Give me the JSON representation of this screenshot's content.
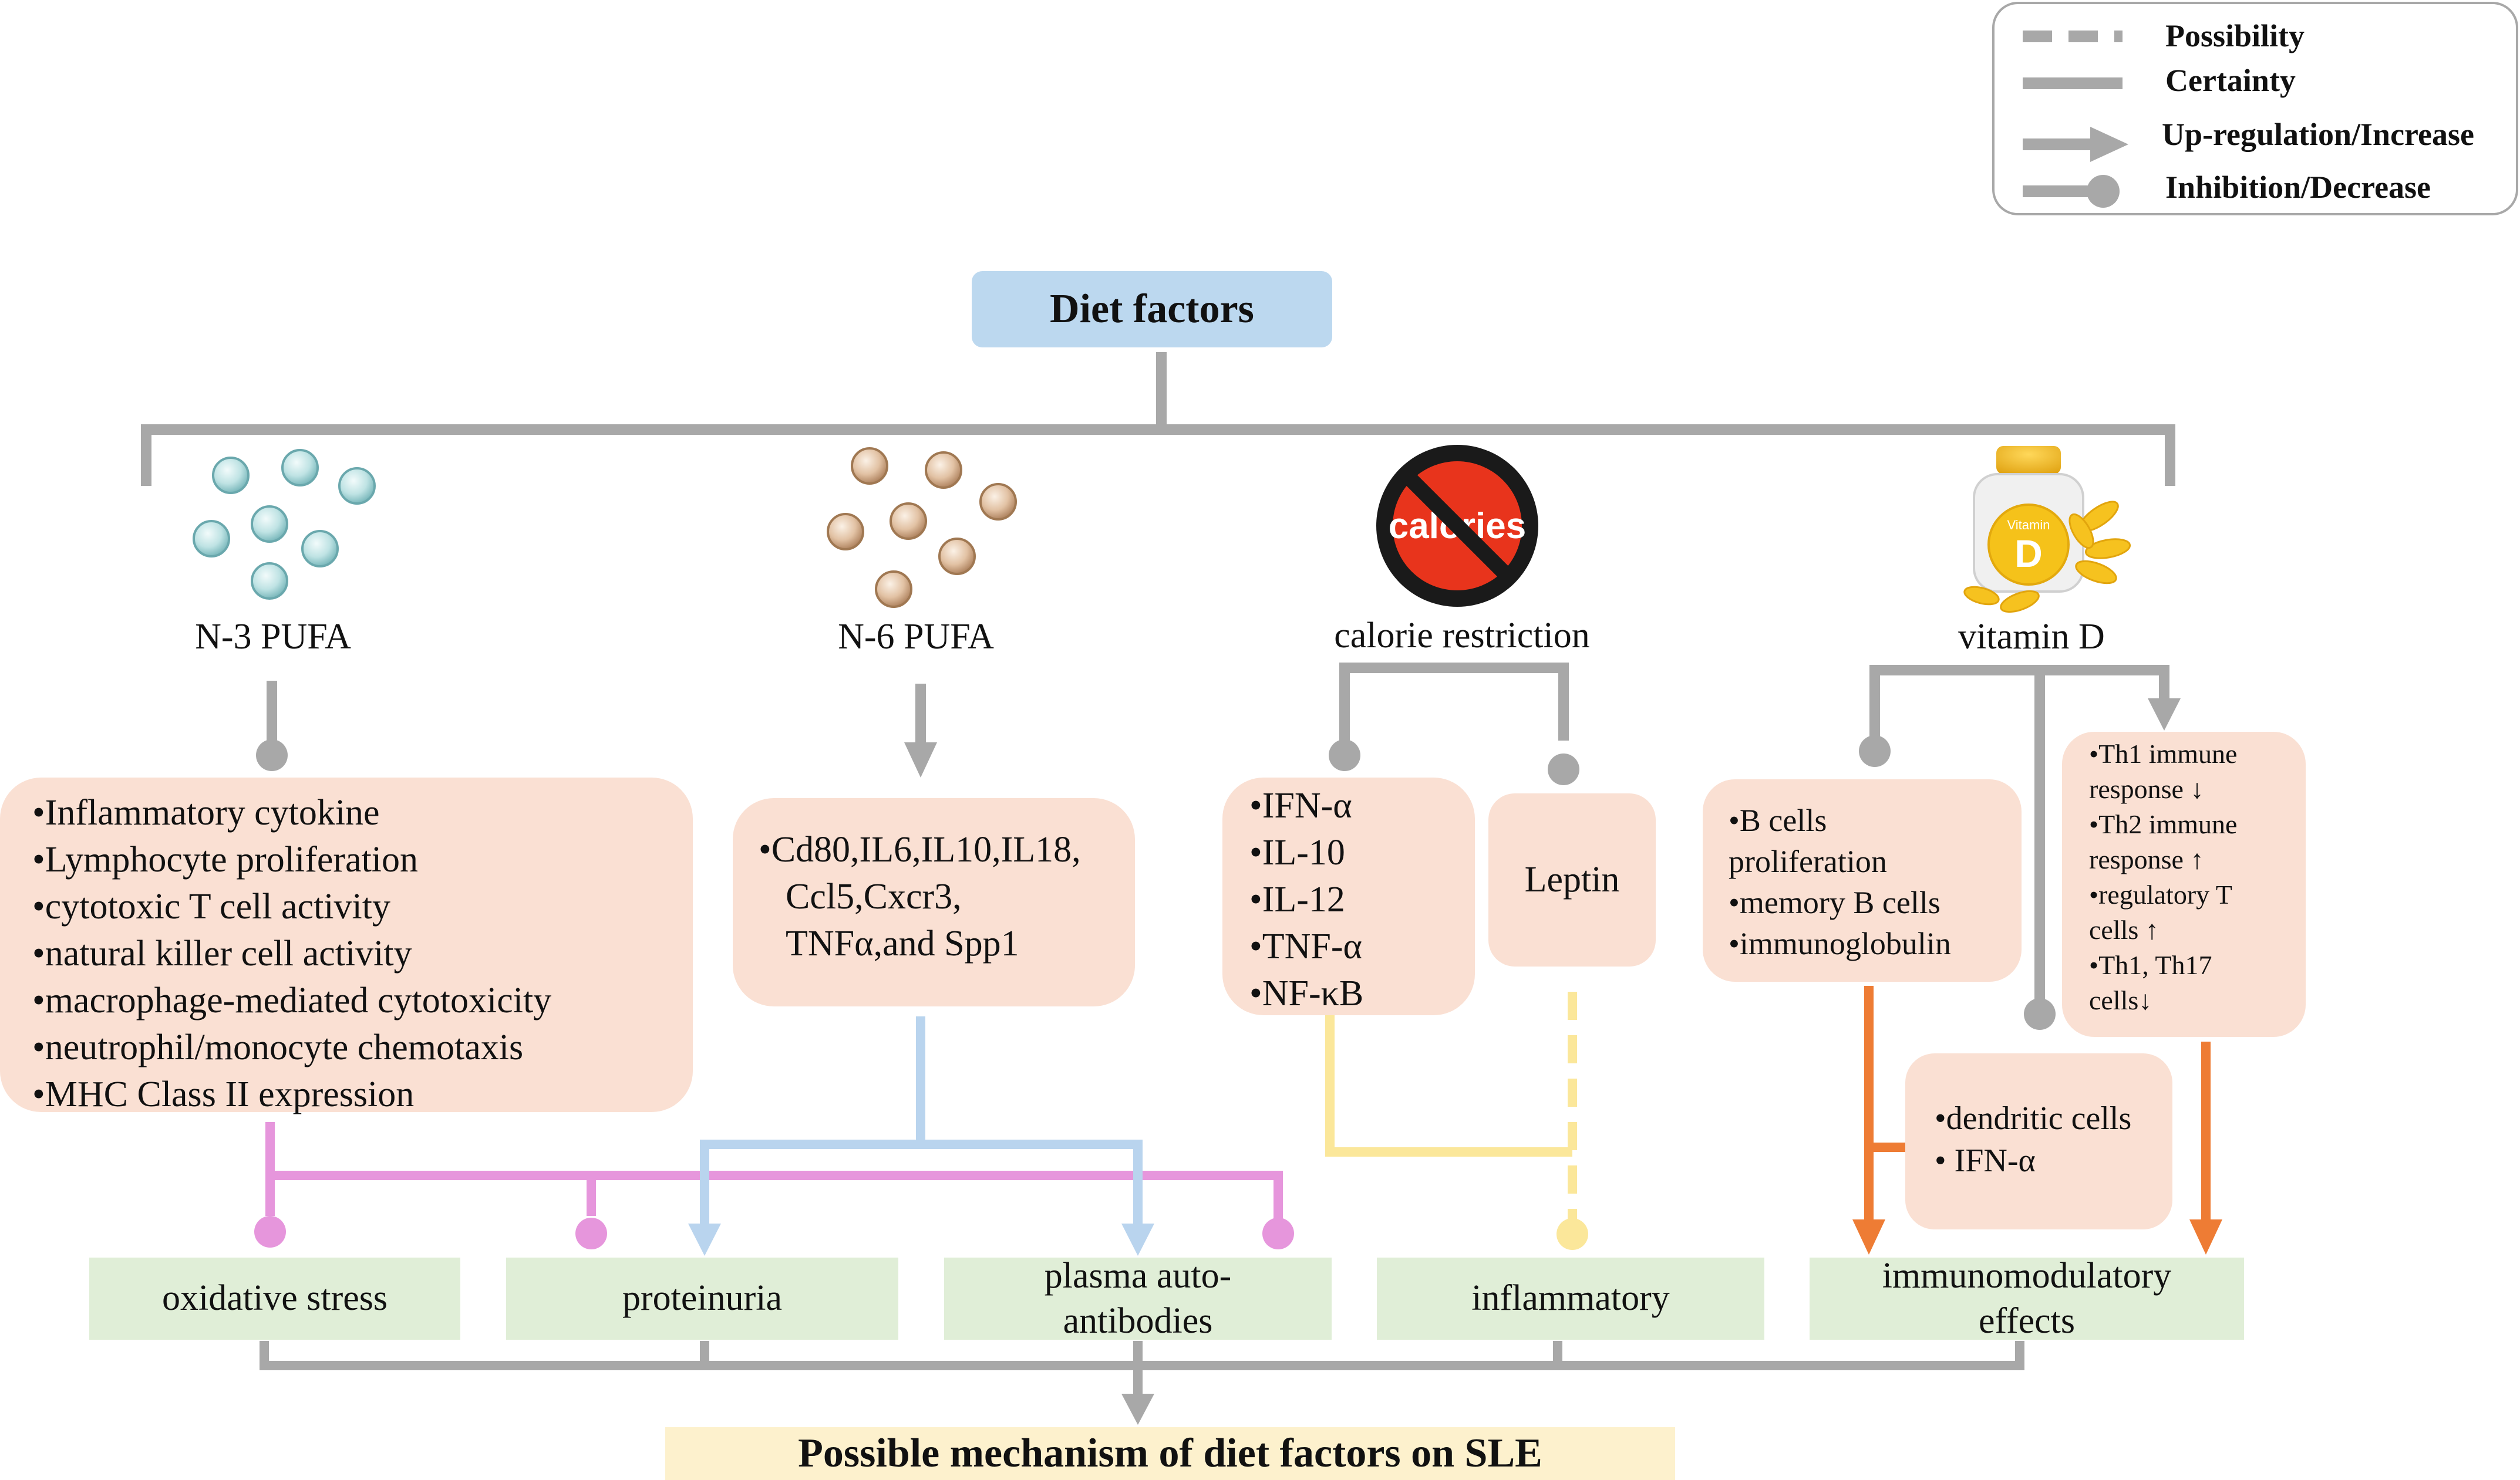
{
  "legend": {
    "possibility": "Possibility",
    "certainty": "Certainty",
    "up": "Up-regulation/Increase",
    "inhibit": "Inhibition/Decrease"
  },
  "root": {
    "title": "Diet factors"
  },
  "factors": {
    "n3": "N-3 PUFA",
    "n6": "N-6 PUFA",
    "calorie": "calorie restriction",
    "calorie_icon_text": "calories",
    "vitd": "vitamin D",
    "vitd_bottle_line1": "Vitamin",
    "vitd_bottle_line2": "D"
  },
  "boxes": {
    "n3_items": [
      "•Inflammatory  cytokine",
      "•Lymphocyte  proliferation",
      "•cytotoxic T cell activity",
      "•natural killer cell activity",
      "•macrophage-mediated cytotoxicity",
      "•neutrophil/monocyte chemotaxis",
      "•MHC Class II expression"
    ],
    "n6_items": [
      "•Cd80,IL6,IL10,IL18,",
      "Ccl5,Cxcr3,",
      "TNFα,and Spp1"
    ],
    "calorie_items": [
      "•IFN-α",
      "•IL-10",
      "•IL-12",
      "•TNF-α",
      "•NF-κB"
    ],
    "leptin": "Leptin",
    "bcell_items": [
      "•B cells",
      "proliferation",
      "•memory B cells",
      "•immunoglobulin"
    ],
    "th_items": [
      "•Th1 immune",
      "response ↓",
      "•Th2 immune",
      "response ↑",
      "•regulatory T",
      "cells ↑",
      "•Th1, Th17",
      "cells↓"
    ],
    "dendritic_items": [
      "•dendritic cells",
      "• IFN-α"
    ]
  },
  "outcomes": {
    "oxidative": "oxidative stress",
    "proteinuria": "proteinuria",
    "plasma_line1": "plasma auto-",
    "plasma_line2": "antibodies",
    "inflammatory": "inflammatory",
    "immuno_line1": "immunomodulatory",
    "immuno_line2": "effects"
  },
  "conclusion": "Possible mechanism of diet factors on SLE",
  "colors": {
    "gray": "#a8a8a8",
    "pink": "#e696dc",
    "blue": "#b9d4ee",
    "yellow": "#fbe79a",
    "orange": "#ee7c34",
    "peach": "#fae0d3",
    "green": "#e0eed7",
    "root_fill": "#bcd8ef",
    "conclusion_fill": "#fdf1cd"
  }
}
